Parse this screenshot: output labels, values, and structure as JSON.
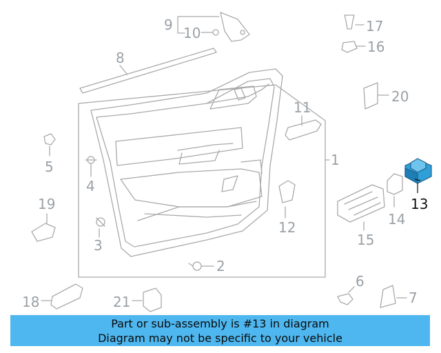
{
  "diagram": {
    "callouts": {
      "c1": "1",
      "c2": "2",
      "c3": "3",
      "c4": "4",
      "c5": "5",
      "c6": "6",
      "c7": "7",
      "c8": "8",
      "c9": "9",
      "c10": "10",
      "c11": "11",
      "c12": "12",
      "c13": "13",
      "c14": "14",
      "c15": "15",
      "c16": "16",
      "c17": "17",
      "c18": "18",
      "c19": "19",
      "c20": "20",
      "c21": "21"
    },
    "highlight_part": "13",
    "colors": {
      "line": "#a9a9a9",
      "highlight": "#2f9fd8",
      "text": "#9aa0a6",
      "banner": "#4fb7ef"
    }
  },
  "banner": {
    "line1": "Part or sub-assembly is #13 in diagram",
    "line2": "Diagram may not be specific to your vehicle"
  }
}
